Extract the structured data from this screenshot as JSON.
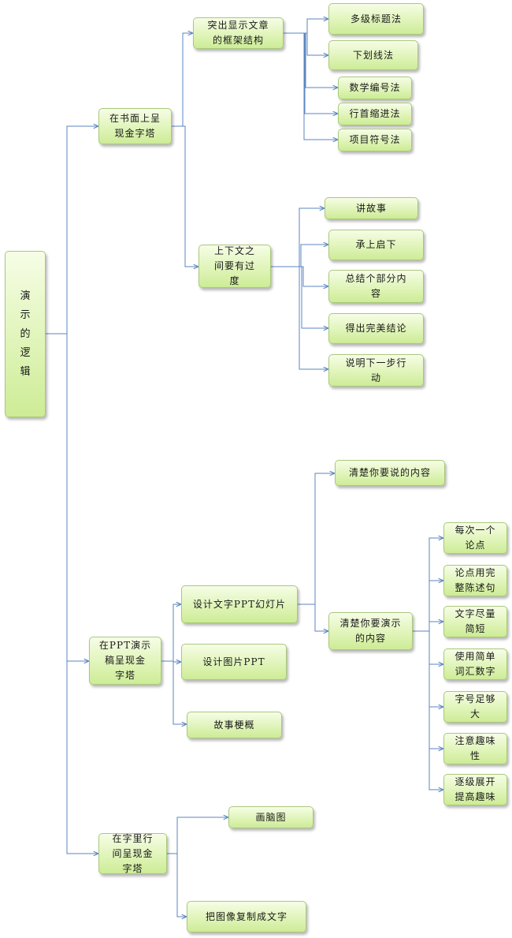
{
  "root": "演\n示\n的\n逻\n辑",
  "book": {
    "label": "在书面上呈\n现金字塔",
    "framework": {
      "label": "突出显示文章\n的框架结构",
      "items": [
        "多级标题法",
        "下划线法",
        "数学编号法",
        "行首缩进法",
        "项目符号法"
      ]
    },
    "transition": {
      "label": "上下文之\n间要有过\n度",
      "items": [
        "讲故事",
        "承上启下",
        "总结个部分内\n容",
        "得出完美结论",
        "说明下一步行\n动"
      ]
    }
  },
  "ppt": {
    "label": "在PPT演示\n稿呈现金\n字塔",
    "text_slides": {
      "label": "设计文字PPT幻灯片",
      "clear_say": "清楚你要说的内容",
      "clear_show": {
        "label": "清楚你要演示\n的内容",
        "items": [
          "每次一个\n论点",
          "论点用完\n整陈述句",
          "文字尽量\n简短",
          "使用简单\n词汇数字",
          "字号足够\n大",
          "注意趣味\n性",
          "逐级展开\n提高趣味"
        ]
      }
    },
    "image_ppt": "设计图片PPT",
    "storyboard": "故事梗概"
  },
  "between_lines": {
    "label": "在字里行\n间呈现金\n字塔",
    "items": [
      "画脑图",
      "把图像复制成文字"
    ]
  },
  "colors": {
    "connector": "#5b86c0",
    "node_border": "#a9c97a"
  }
}
